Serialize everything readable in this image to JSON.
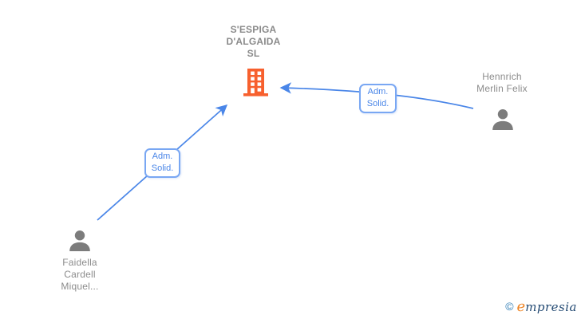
{
  "page": {
    "background": "#ffffff"
  },
  "colors": {
    "edge_blue": "#4a86e8",
    "edge_label_border": "#79a7f3",
    "edge_label_text": "#4a86e8",
    "node_text_gray": "#8c8c8c",
    "person_icon_gray": "#7c7c7c",
    "building_icon_orange": "#f7602e",
    "logo_copyright_blue": "#2e7cb5",
    "logo_e_orange": "#ef8424",
    "logo_text_navy": "#234a73"
  },
  "company": {
    "name_lines": [
      "S'ESPIGA",
      "D'ALGAIDA",
      "SL"
    ],
    "icon": "building-icon"
  },
  "persons": [
    {
      "id": "hennrich",
      "name_lines": [
        "Hennrich",
        "Merlin Felix"
      ],
      "icon": "person-icon"
    },
    {
      "id": "faidella",
      "name_lines": [
        "Faidella",
        "Cardell",
        "Miquel..."
      ],
      "icon": "person-icon"
    }
  ],
  "edges": [
    {
      "from": "faidella",
      "to": "company",
      "label_lines": [
        "Adm.",
        "Solid."
      ]
    },
    {
      "from": "hennrich",
      "to": "company",
      "label_lines": [
        "Adm.",
        "Solid."
      ]
    }
  ],
  "logo": {
    "copyright": "©",
    "lead": "e",
    "rest": "mpresia"
  }
}
